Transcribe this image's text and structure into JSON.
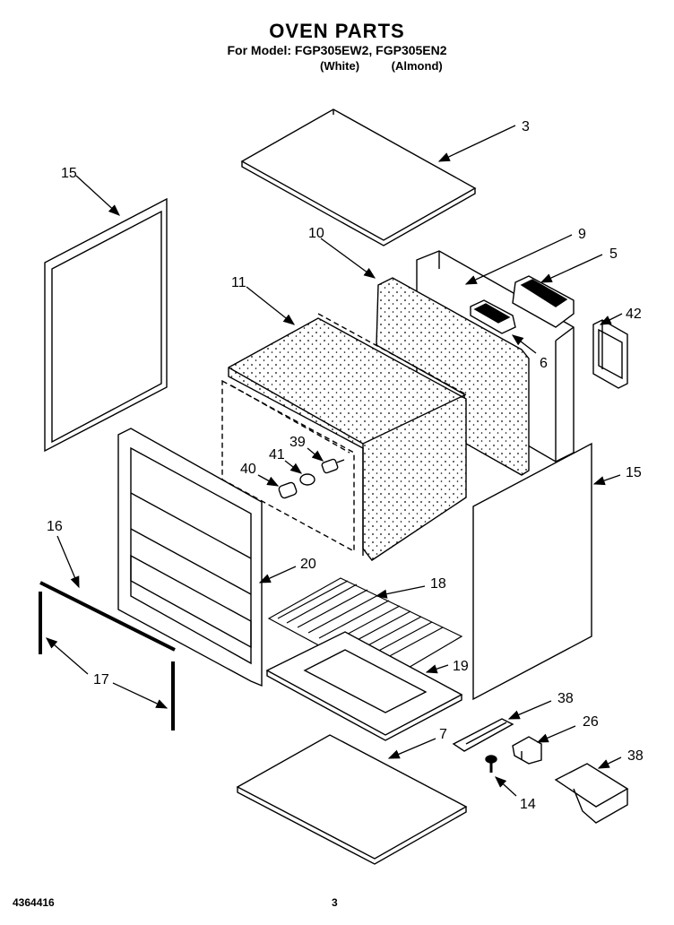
{
  "header": {
    "title": "OVEN PARTS",
    "subtitle": "For Model: FGP305EW2, FGP305EN2",
    "color_1": "(White)",
    "color_2": "(Almond)"
  },
  "callouts": {
    "p3": "3",
    "p15a": "15",
    "p10": "10",
    "p9": "9",
    "p5": "5",
    "p11": "11",
    "p42": "42",
    "p6": "6",
    "p39": "39",
    "p41": "41",
    "p40": "40",
    "p15b": "15",
    "p16": "16",
    "p20": "20",
    "p18": "18",
    "p17": "17",
    "p19": "19",
    "p38a": "38",
    "p26": "26",
    "p7": "7",
    "p38b": "38",
    "p14": "14"
  },
  "footer": {
    "doc_number": "4364416",
    "page_number": "3"
  }
}
